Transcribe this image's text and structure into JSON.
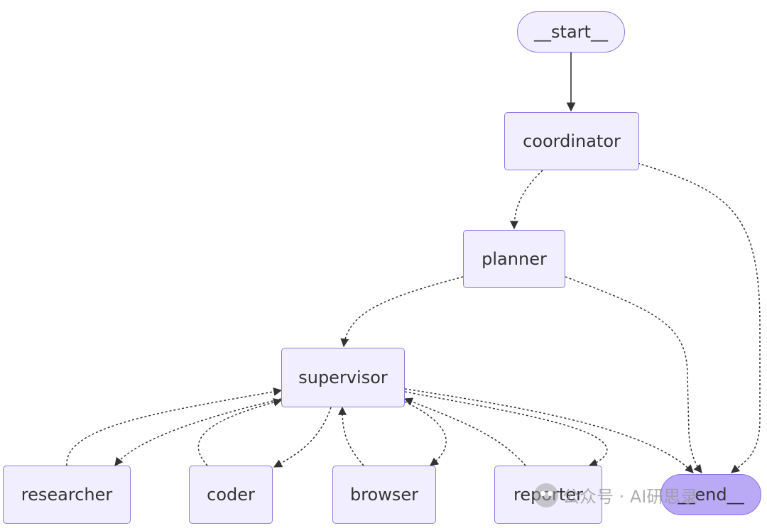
{
  "nodes": {
    "start": "__start__",
    "coordinator": "coordinator",
    "planner": "planner",
    "supervisor": "supervisor",
    "researcher": "researcher",
    "coder": "coder",
    "browser": "browser",
    "reporter": "reporter",
    "end": "__end__"
  },
  "edges": [
    {
      "from": "__start__",
      "to": "coordinator",
      "style": "solid"
    },
    {
      "from": "coordinator",
      "to": "planner",
      "style": "dashed"
    },
    {
      "from": "coordinator",
      "to": "__end__",
      "style": "dashed"
    },
    {
      "from": "planner",
      "to": "supervisor",
      "style": "dashed"
    },
    {
      "from": "planner",
      "to": "__end__",
      "style": "dashed"
    },
    {
      "from": "supervisor",
      "to": "researcher",
      "style": "dashed"
    },
    {
      "from": "supervisor",
      "to": "coder",
      "style": "dashed"
    },
    {
      "from": "supervisor",
      "to": "browser",
      "style": "dashed"
    },
    {
      "from": "supervisor",
      "to": "reporter",
      "style": "dashed"
    },
    {
      "from": "supervisor",
      "to": "__end__",
      "style": "dashed"
    },
    {
      "from": "researcher",
      "to": "supervisor",
      "style": "dashed"
    },
    {
      "from": "coder",
      "to": "supervisor",
      "style": "dashed"
    },
    {
      "from": "browser",
      "to": "supervisor",
      "style": "dashed"
    },
    {
      "from": "reporter",
      "to": "supervisor",
      "style": "dashed"
    }
  ],
  "watermark": "公众号 · AI研思录",
  "colors": {
    "node_fill": "#f1efff",
    "node_border": "#9378e0",
    "end_fill": "#baaaf5",
    "edge": "#333333",
    "text": "#333333"
  }
}
